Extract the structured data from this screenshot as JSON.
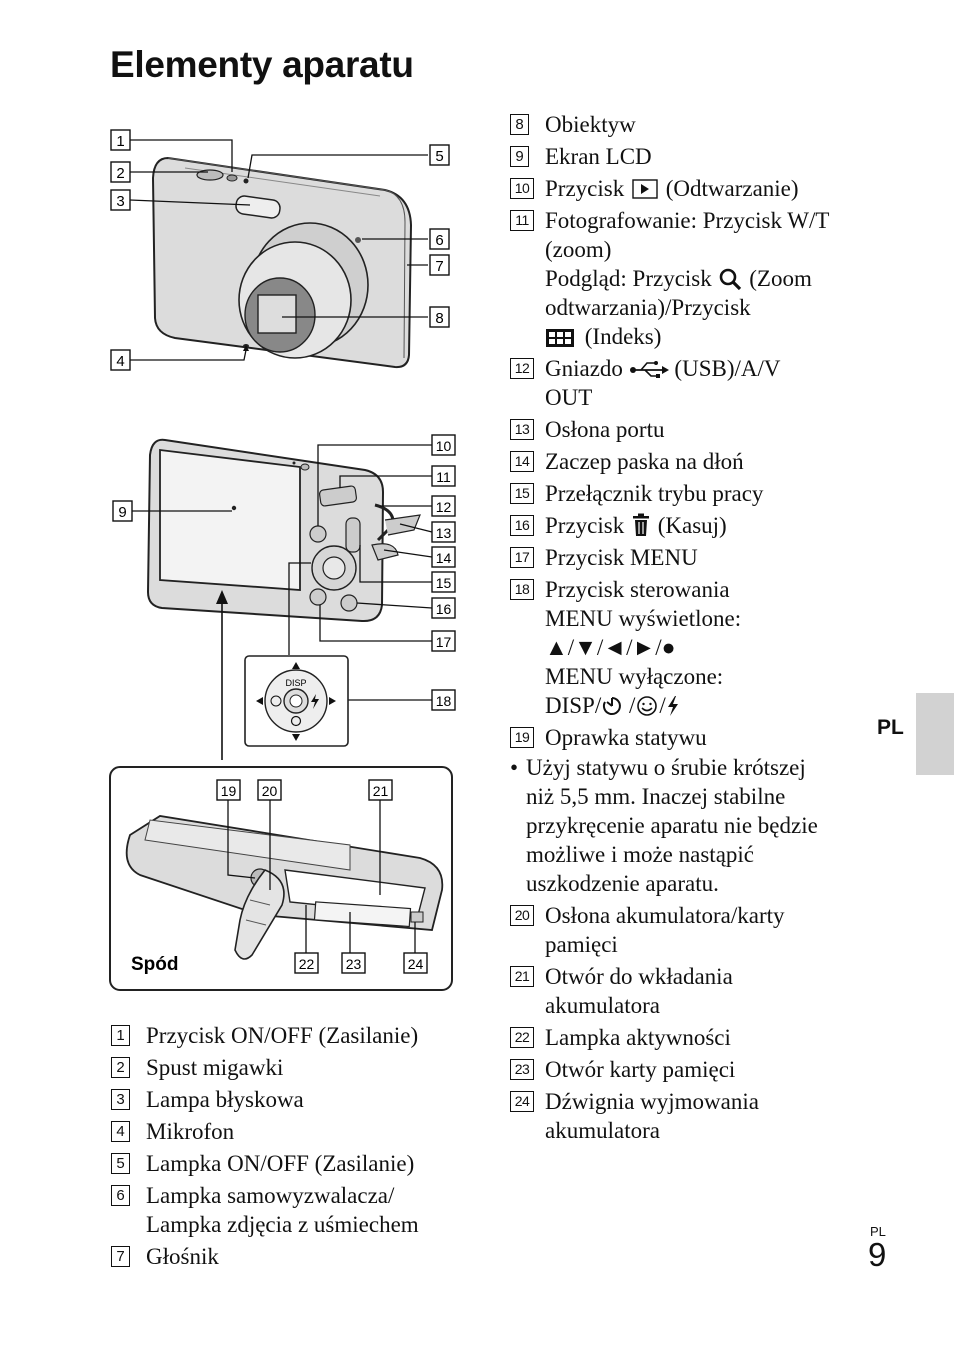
{
  "title": "Elementy aparatu",
  "callouts": [
    "1",
    "2",
    "3",
    "4",
    "5",
    "6",
    "7",
    "8",
    "9",
    "10",
    "11",
    "12",
    "13",
    "14",
    "15",
    "16",
    "17",
    "18",
    "19",
    "20",
    "21",
    "22",
    "23",
    "24"
  ],
  "bottom_label": "Spód",
  "control_disp": "DISP",
  "left_items": [
    {
      "num": "1",
      "text": "Przycisk ON/OFF (Zasilanie)"
    },
    {
      "num": "2",
      "text": "Spust migawki"
    },
    {
      "num": "3",
      "text": "Lampa błyskowa"
    },
    {
      "num": "4",
      "text": "Mikrofon"
    },
    {
      "num": "5",
      "text": "Lampka ON/OFF (Zasilanie)"
    },
    {
      "num": "6",
      "text": "Lampka samowyzwalacza/",
      "text2": "Lampka zdjęcia z uśmiechem"
    },
    {
      "num": "7",
      "text": "Głośnik"
    }
  ],
  "right_items": {
    "i8": {
      "num": "8",
      "text": "Obiektyw"
    },
    "i9": {
      "num": "9",
      "text": "Ekran LCD"
    },
    "i10": {
      "num": "10",
      "a": "Przycisk",
      "b": "(Odtwarzanie)"
    },
    "i11": {
      "num": "11",
      "l1": "Fotografowanie: Przycisk W/T",
      "l2": "(zoom)",
      "l3a": "Podgląd: Przycisk",
      "l3b": "(Zoom",
      "l4": "odtwarzania)/Przycisk",
      "l5": "(Indeks)"
    },
    "i12": {
      "num": "12",
      "a": "Gniazdo",
      "b": "(USB)/A/V",
      "l2": "OUT"
    },
    "i13": {
      "num": "13",
      "text": "Osłona portu"
    },
    "i14": {
      "num": "14",
      "text": "Zaczep paska na dłoń"
    },
    "i15": {
      "num": "15",
      "text": "Przełącznik trybu pracy"
    },
    "i16": {
      "num": "16",
      "a": "Przycisk",
      "b": "(Kasuj)"
    },
    "i17": {
      "num": "17",
      "text": "Przycisk MENU"
    },
    "i18": {
      "num": "18",
      "l1": "Przycisk sterowania",
      "l2": "MENU wyświetlone:",
      "l3": "▲/▼/◄/►/●",
      "l4": "MENU wyłączone:",
      "l5a": "DISP/",
      "l5b": "/",
      "l5c": "/"
    },
    "i19": {
      "num": "19",
      "text": "Oprawka statywu"
    },
    "note": {
      "bullet": "•",
      "l1": "Użyj statywu o śrubie krótszej",
      "l2": "niż 5,5 mm. Inaczej stabilne",
      "l3": "przykręcenie aparatu nie będzie",
      "l4": "możliwe i może nastąpić",
      "l5": "uszkodzenie aparatu."
    },
    "i20": {
      "num": "20",
      "l1": "Osłona akumulatora/karty",
      "l2": "pamięci"
    },
    "i21": {
      "num": "21",
      "l1": "Otwór do wkładania",
      "l2": "akumulatora"
    },
    "i22": {
      "num": "22",
      "text": "Lampka aktywności"
    },
    "i23": {
      "num": "23",
      "text": "Otwór karty pamięci"
    },
    "i24": {
      "num": "24",
      "l1": "Dźwignia wyjmowania",
      "l2": "akumulatora"
    }
  },
  "side_tab": "PL",
  "page_lang": "PL",
  "page_number": "9",
  "tab_color": "#d2d2d2"
}
